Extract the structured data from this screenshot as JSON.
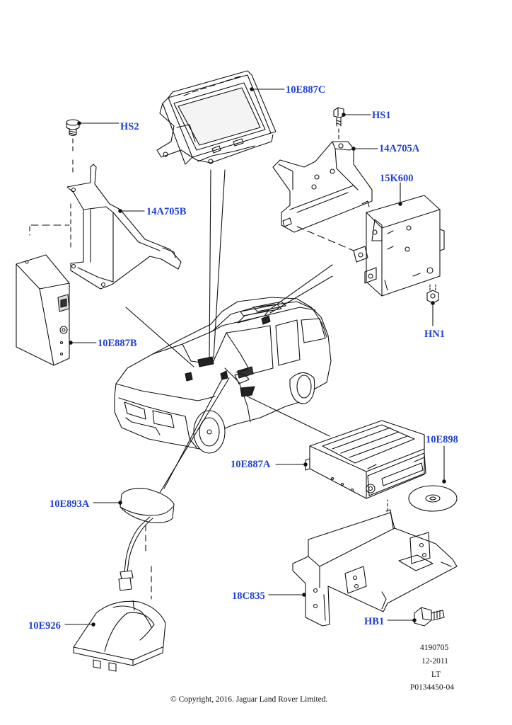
{
  "callouts": {
    "c10E887C": "10E887C",
    "cHS2": "HS2",
    "cHS1": "HS1",
    "c14A705A": "14A705A",
    "c15K600": "15K600",
    "c14A705B": "14A705B",
    "cHN1": "HN1",
    "c10E887B": "10E887B",
    "c10E898": "10E898",
    "c10E887A": "10E887A",
    "c10E893A": "10E893A",
    "c18C835": "18C835",
    "cHB1": "HB1",
    "c10E926": "10E926"
  },
  "meta": {
    "ref_number": "4190705",
    "date": "12-2011",
    "code": "LT",
    "part_ref": "P0134450-04"
  },
  "copyright": "© Copyright, 2016. Jaguar Land Rover Limited.",
  "colors": {
    "callout_text": "#1f3fd8",
    "line": "#111111"
  }
}
